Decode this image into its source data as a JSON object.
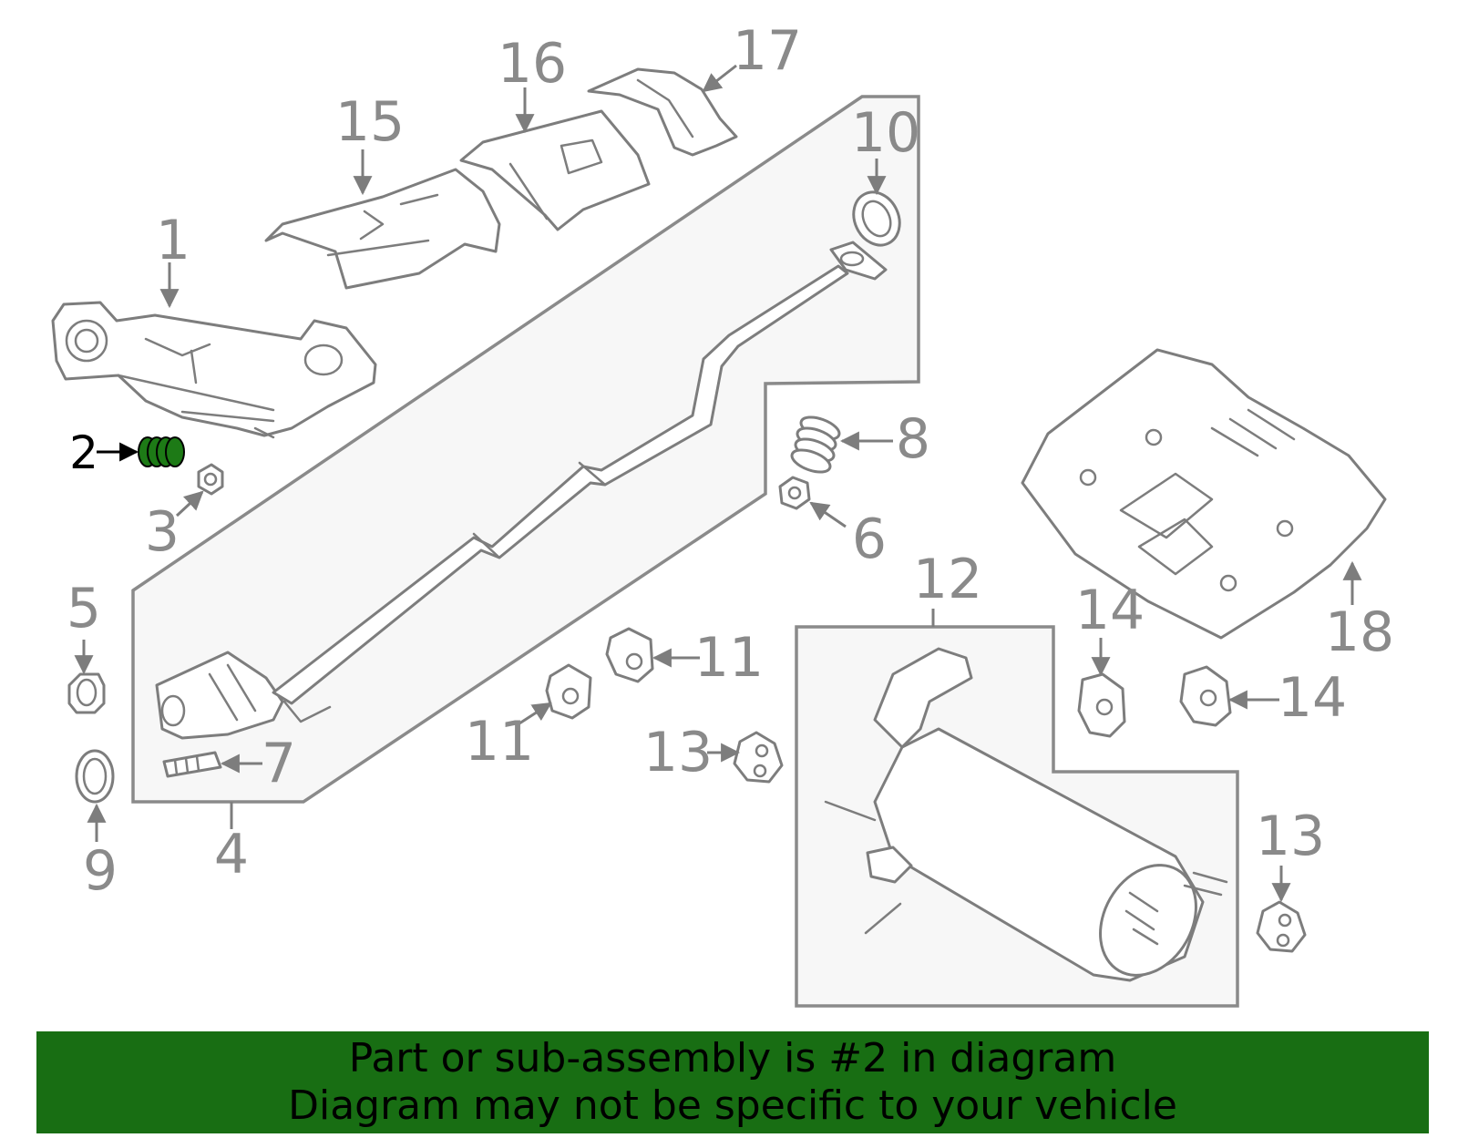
{
  "diagram": {
    "callouts": {
      "c1": "1",
      "c2": "2",
      "c3": "3",
      "c4": "4",
      "c5": "5",
      "c6": "6",
      "c7": "7",
      "c8": "8",
      "c9": "9",
      "c10": "10",
      "c11a": "11",
      "c11b": "11",
      "c12": "12",
      "c13a": "13",
      "c13b": "13",
      "c14a": "14",
      "c14b": "14",
      "c15": "15",
      "c16": "16",
      "c17": "17",
      "c18": "18"
    },
    "highlight_color": "#186e13",
    "highlighted_part": "2"
  },
  "banner": {
    "line1": "Part or sub-assembly is #2 in diagram",
    "line2": "Diagram may not be specific to your vehicle",
    "background": "#186e13"
  }
}
